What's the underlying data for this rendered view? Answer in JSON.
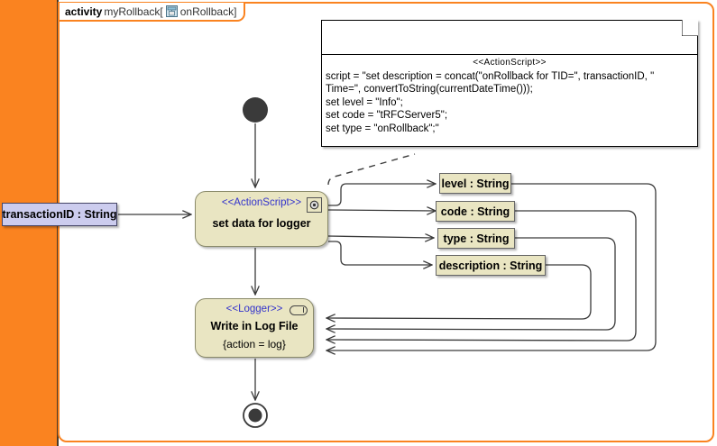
{
  "frame": {
    "keyword": "activity",
    "name": "myRollback[",
    "icon": "activity-parameter-icon",
    "param": "onRollback]"
  },
  "note": {
    "stereotype": "<<ActionScript>>",
    "text": "script = \"set description = concat(\"onRollback for TID=\", transactionID, \"\nTime=\", convertToString(currentDateTime()));\nset level = \"Info\";\nset code = \"tRFCServer5\";\nset type = \"onRollback\";\""
  },
  "nodes": {
    "action": {
      "stereotype": "<<ActionScript>>",
      "name": "set data for logger",
      "icon": "script-gear-icon"
    },
    "logger": {
      "stereotype": "<<Logger>>",
      "name": "Write in Log File",
      "property": "{action = log}",
      "icon": "pin-capsule-icon"
    }
  },
  "parameters": {
    "input": "transactionID : String",
    "outputs": [
      "level : String",
      "code : String",
      "type : String",
      "description : String"
    ]
  },
  "control_nodes": {
    "initial": "initial-node",
    "final": "activity-final-node"
  },
  "colors": {
    "band": "#FA8320",
    "frame_border": "#FA8320",
    "node_fill": "#E9E5C2",
    "stereotype_text": "#3333CC",
    "input_param_fill": "#CCCCEE"
  }
}
